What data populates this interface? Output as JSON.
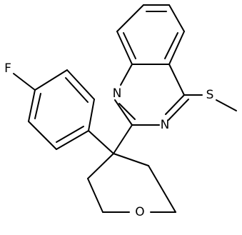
{
  "structure": {
    "atom_labels": {
      "fluorine": "F",
      "nitrogen_1": "N",
      "nitrogen_3": "N",
      "sulfur": "S",
      "oxygen": "O"
    },
    "colors": {
      "bonds": "#000000",
      "labels": "#000000",
      "background": "#ffffff"
    }
  }
}
